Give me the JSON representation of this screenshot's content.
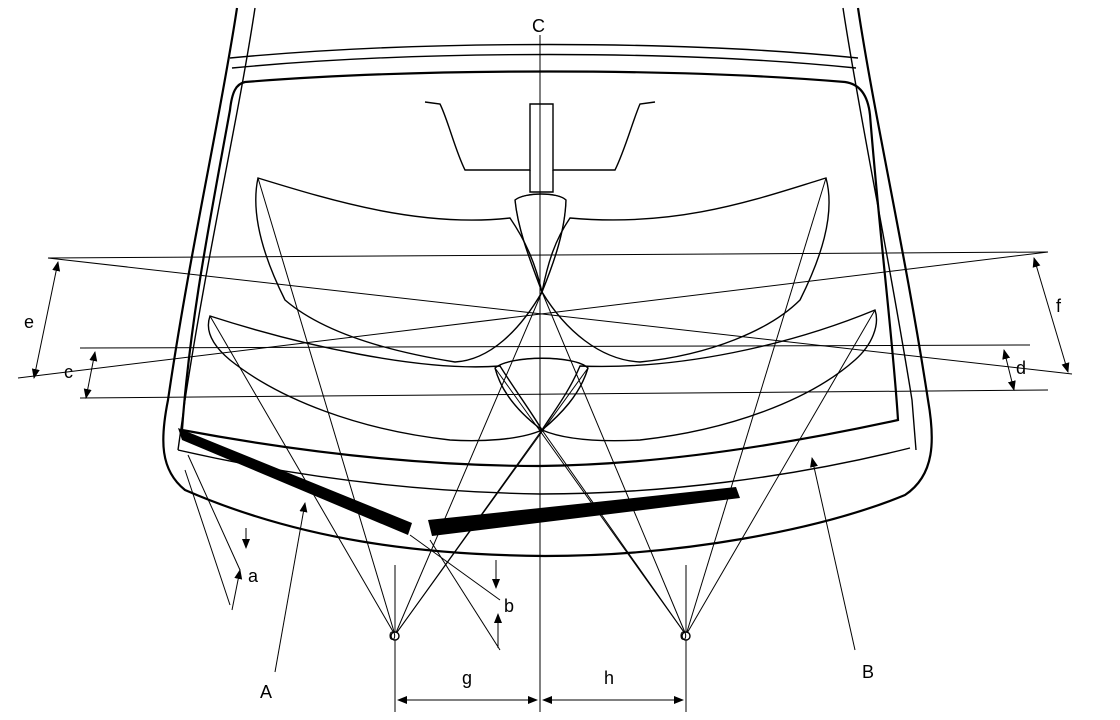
{
  "diagram": {
    "labels": {
      "center_line": "C",
      "wiper_arm_left": "A",
      "wiper_arm_right": "B",
      "dim_a": "a",
      "dim_b": "b",
      "dim_c": "c",
      "dim_d": "d",
      "dim_e": "e",
      "dim_f": "f",
      "dim_g": "g",
      "dim_h": "h",
      "pivot_left": "0",
      "pivot_right": "0"
    },
    "colors": {
      "stroke": "#000000",
      "background": "#ffffff",
      "hatch": "#000000"
    }
  }
}
